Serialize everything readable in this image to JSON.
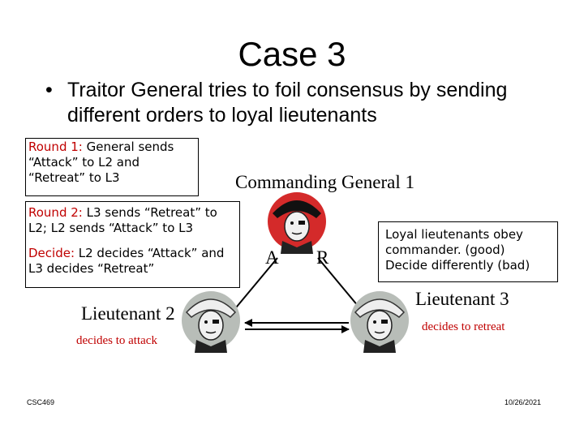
{
  "slide": {
    "title": "Case 3",
    "bullet_marker": "•",
    "bullet": "Traitor General tries to foil consensus by sending different orders to loyal lieutenants"
  },
  "boxes": {
    "round1": {
      "label": "Round 1:",
      "text": " General sends “Attack” to L2 and “Retreat” to L3"
    },
    "round2": {
      "label": "Round 2:",
      "text": " L3 sends “Retreat” to L2; L2 sends “Attack” to L3"
    },
    "decide": {
      "label": "Decide:",
      "text": " L2 decides “Attack” and L3 decides “Retreat”"
    },
    "loyal": "Loyal lieutenants obey commander. (good) Decide differently (bad)"
  },
  "nodes": {
    "commander": "Commanding General 1",
    "lt2": "Lieutenant 2",
    "lt3": "Lieutenant 3",
    "lt2_decision": "decides to attack",
    "lt3_decision": "decides to retreat",
    "edge_to_lt2": "A",
    "edge_to_lt3": "R"
  },
  "footer": {
    "left": "CSC469",
    "right": "10/26/2021"
  },
  "colors": {
    "highlight": "#c00000",
    "traitor_hat": "#d42a2a"
  }
}
